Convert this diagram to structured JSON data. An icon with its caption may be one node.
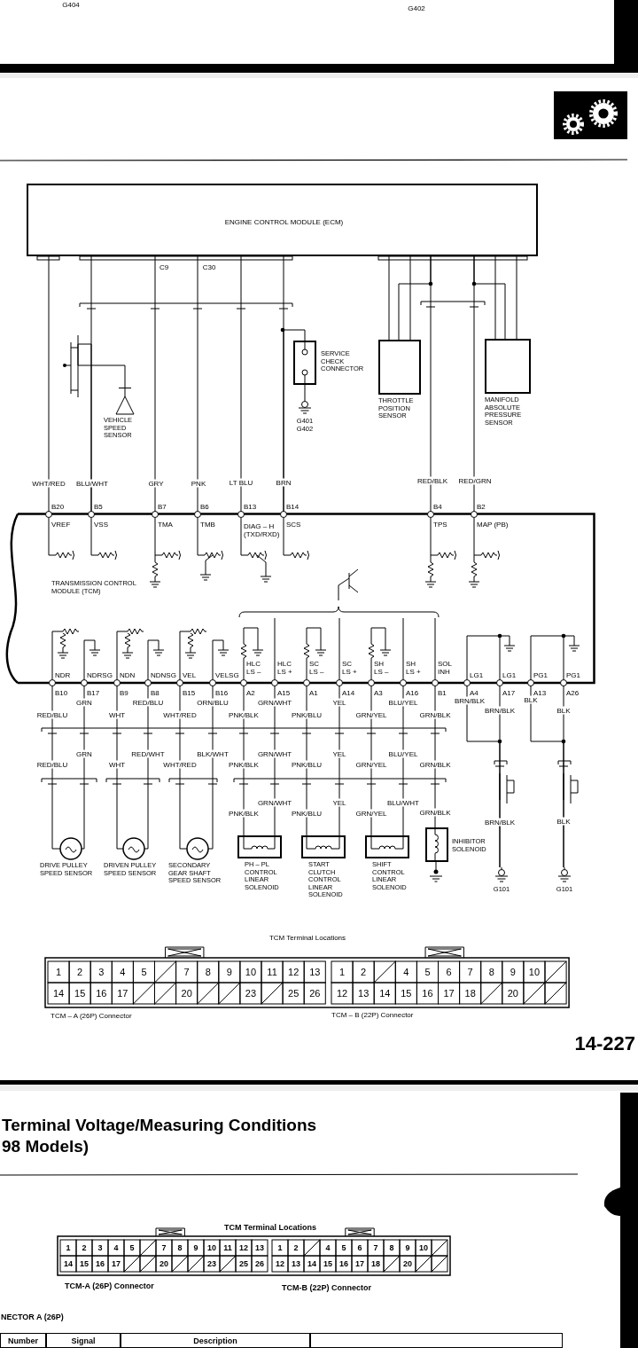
{
  "diagram": {
    "nodes": [
      {
        "text": [
          "ENGINE CONTROL MODULE (ECM)"
        ]
      },
      {
        "text": [
          "VEHICLE SPEED SENSOR"
        ]
      },
      {
        "text": [
          "SERVICE CHECK CONNECTOR"
        ]
      },
      {
        "text": [
          "G401 G402"
        ]
      },
      {
        "text": [
          "THROTTLE POSITION SENSOR"
        ]
      },
      {
        "text": [
          "MANIFOLD ABSOLUTE PRESSURE SENSOR"
        ]
      },
      {
        "text": [
          "TRANSMISSION CONTROL MODULE (TCM)"
        ]
      },
      {
        "text": [
          "DRIVE PULLEY SPEED SENSOR"
        ]
      },
      {
        "text": [
          "DRIVEN PULLEY SPEED SENSOR"
        ]
      },
      {
        "text": [
          "SECONDARY GEAR SHAFT SPEED SENSOR"
        ]
      },
      {
        "text": [
          "PH – PL CONTROL LINEAR SOLENOID"
        ]
      },
      {
        "text": [
          "START CLUTCH CONTROL LINEAR SOLENOID"
        ]
      },
      {
        "text": [
          "SHIFT CONTROL LINEAR SOLENOID"
        ]
      },
      {
        "text": [
          "INHIBITOR SOLENOID"
        ]
      },
      {
        "text": [
          "G101"
        ]
      },
      {
        "text": [
          "G101"
        ]
      }
    ],
    "edges": [
      {
        "from": 0,
        "to": 6,
        "arrow": "none",
        "label": "WHT/RED"
      },
      {
        "from": 0,
        "to": 6,
        "arrow": "none",
        "label": "BLU/WHT"
      },
      {
        "from": 1,
        "to": 6,
        "arrow": "none"
      },
      {
        "from": 0,
        "to": 6,
        "arrow": "none",
        "label": "GRY"
      },
      {
        "from": 0,
        "to": 6,
        "arrow": "none",
        "label": "PNK"
      },
      {
        "from": 0,
        "to": 6,
        "arrow": "none",
        "label": "LT BLU"
      },
      {
        "from": 0,
        "to": 6,
        "arrow": "none",
        "label": "BRN"
      },
      {
        "from": 2,
        "to": 6,
        "arrow": "none"
      },
      {
        "from": 2,
        "to": 3,
        "arrow": "none"
      },
      {
        "from": 4,
        "to": 0,
        "arrow": "none"
      },
      {
        "from": 4,
        "to": 0,
        "arrow": "none"
      },
      {
        "from": 4,
        "to": 0,
        "arrow": "none"
      },
      {
        "from": 0,
        "to": 6,
        "arrow": "none",
        "label": "RED/BLK"
      },
      {
        "from": 5,
        "to": 0,
        "arrow": "none"
      },
      {
        "from": 5,
        "to": 0,
        "arrow": "none"
      },
      {
        "from": 5,
        "to": 0,
        "arrow": "none"
      },
      {
        "from": 0,
        "to": 6,
        "arrow": "none",
        "label": "RED/GRN"
      },
      {
        "from": 6,
        "to": 7,
        "arrow": "none",
        "label": "RED/BLU"
      },
      {
        "from": 6,
        "to": 7,
        "arrow": "none",
        "label": "GRN"
      },
      {
        "from": 6,
        "to": 8,
        "arrow": "none",
        "label": "WHT"
      },
      {
        "from": 6,
        "to": 8,
        "arrow": "none",
        "label": "RED/BLU"
      },
      {
        "from": 6,
        "to": 9,
        "arrow": "none",
        "label": "WHT/RED"
      },
      {
        "from": 6,
        "to": 9,
        "arrow": "none",
        "label": "ORN/BLU"
      },
      {
        "from": 6,
        "to": 10,
        "arrow": "none",
        "label": "PNK/BLK"
      },
      {
        "from": 6,
        "to": 10,
        "arrow": "none",
        "label": "GRN/WHT"
      },
      {
        "from": 6,
        "to": 11,
        "arrow": "none",
        "label": "PNK/BLU"
      },
      {
        "from": 6,
        "to": 11,
        "arrow": "none",
        "label": "YEL"
      },
      {
        "from": 6,
        "to": 12,
        "arrow": "none",
        "label": "GRN/YEL"
      },
      {
        "from": 6,
        "to": 12,
        "arrow": "none",
        "label": "BLU/YEL"
      },
      {
        "from": 6,
        "to": 13,
        "arrow": "none",
        "label": "GRN/BLK"
      },
      {
        "from": 6,
        "to": 14,
        "arrow": "none",
        "label": "BRN/BLK"
      },
      {
        "from": 6,
        "to": 14,
        "arrow": "none",
        "label": "BRN/BLK"
      },
      {
        "from": 6,
        "to": 15,
        "arrow": "none",
        "label": "BLK"
      },
      {
        "from": 6,
        "to": 15,
        "arrow": "none",
        "label": "BLK"
      }
    ],
    "labels": [
      "G404",
      "G402",
      "C9",
      "C30",
      "B20",
      "VREF",
      "B5",
      "VSS",
      "B7",
      "TMA",
      "B6",
      "TMB",
      "B13",
      "DIAG – H (TXD/RXD)",
      "B14",
      "SCS",
      "B4",
      "TPS",
      "B2",
      "MAP (PB)",
      "NDR",
      "B10",
      "NDRSG",
      "B17",
      "NDN",
      "B9",
      "NDNSG",
      "B8",
      "VEL",
      "B15",
      "VELSG",
      "B16",
      "HLC LS –",
      "A2",
      "HLC LS +",
      "A15",
      "SC LS –",
      "A1",
      "SC LS +",
      "A14",
      "SH LS –",
      "A3",
      "SH LS +",
      "A16",
      "SOL INH",
      "B1",
      "LG1",
      "A4",
      "LG1",
      "A17",
      "PG1",
      "A13",
      "PG1",
      "A26",
      "RED/BLU",
      "GRN",
      "WHT",
      "RED/WHT",
      "WHT/RED",
      "BLK/WHT",
      "PNK/BLK",
      "GRN/WHT",
      "PNK/BLU",
      "YEL",
      "GRN/YEL",
      "BLU/YEL",
      "GRN/BLK",
      "GRN/WHT",
      "YEL",
      "BLU/WHT",
      "PNK/BLK",
      "PNK/BLU",
      "GRN/YEL",
      "GRN/BLK",
      "BRN/BLK",
      "BLK",
      "TCM Terminal Locations",
      "1",
      "2",
      "3",
      "4",
      "5",
      "7",
      "8",
      "9",
      "10",
      "11",
      "12",
      "13",
      "1",
      "2",
      "4",
      "5",
      "6",
      "7",
      "8",
      "9",
      "10",
      "14",
      "15",
      "16",
      "17",
      "20",
      "23",
      "25",
      "26",
      "12",
      "13",
      "14",
      "15",
      "16",
      "17",
      "18",
      "20",
      "TCM – A (26P) Connector",
      "TCM – B (22P) Connector",
      "14-227",
      "Terminal Voltage/Measuring Conditions",
      "98 Models)",
      "TCM Terminal Locations",
      "1",
      "2",
      "3",
      "4",
      "5",
      "7",
      "8",
      "9",
      "10",
      "11",
      "12",
      "13",
      "1",
      "2",
      "4",
      "5",
      "6",
      "7",
      "8",
      "9",
      "10",
      "14",
      "15",
      "16",
      "17",
      "20",
      "23",
      "25",
      "26",
      "12",
      "13",
      "14",
      "15",
      "16",
      "17",
      "18",
      "20",
      "TCM-A (26P) Connector",
      "TCM-B (22P) Connector",
      "NECTOR A (26P)",
      "Number",
      "Signal",
      "Description"
    ]
  }
}
